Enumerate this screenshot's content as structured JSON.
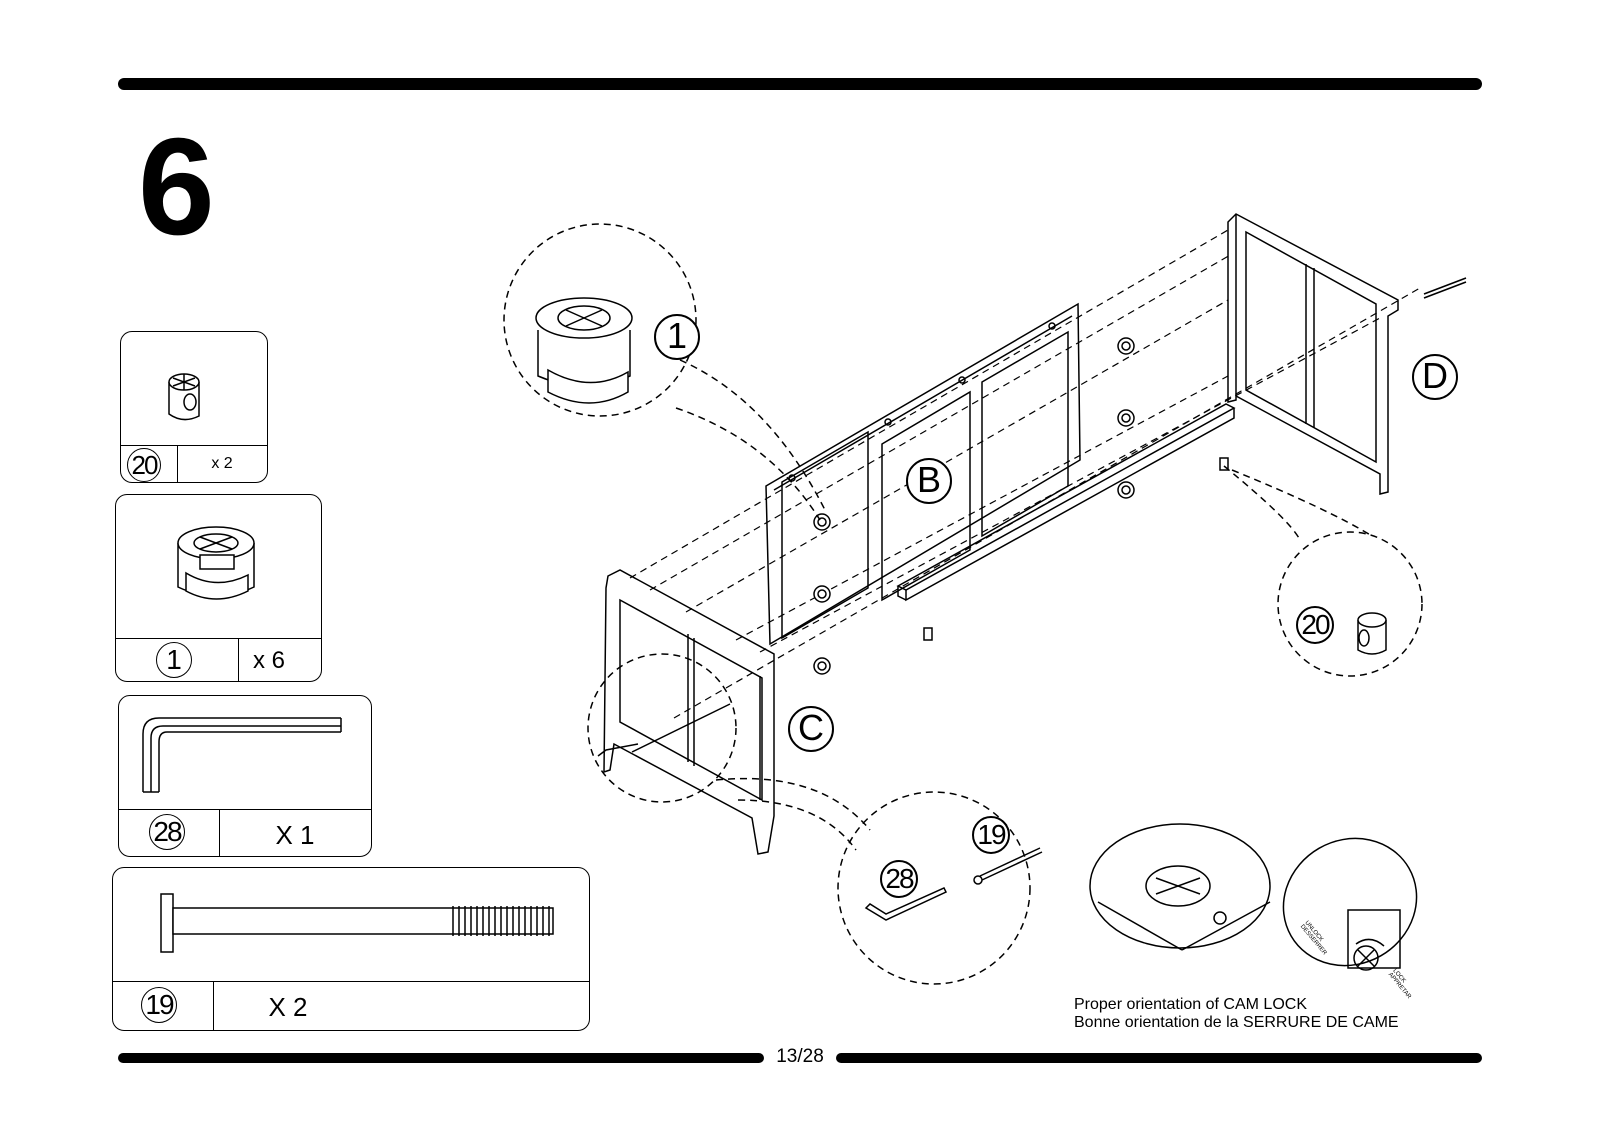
{
  "step": {
    "number": "6"
  },
  "parts": [
    {
      "id": "20",
      "qty": "x 2"
    },
    {
      "id": "1",
      "qty": "x 6"
    },
    {
      "id": "28",
      "qty": "X 1"
    },
    {
      "id": "19",
      "qty": "X 2"
    }
  ],
  "panels": {
    "b": "B",
    "c": "C",
    "d": "D"
  },
  "callouts": {
    "cam": "1",
    "dowel": "20",
    "wrench": "28",
    "bolt": "19"
  },
  "cam_lock_note": {
    "line1": "Proper orientation of CAM LOCK",
    "line2": "Bonne orientation de la SERRURE DE CAME",
    "unlock": "UNLOCK",
    "unlock_fr": "DESSERRER",
    "lock": "LOCK",
    "lock_fr": "APPRETAR"
  },
  "footer": {
    "page": "13/28"
  }
}
